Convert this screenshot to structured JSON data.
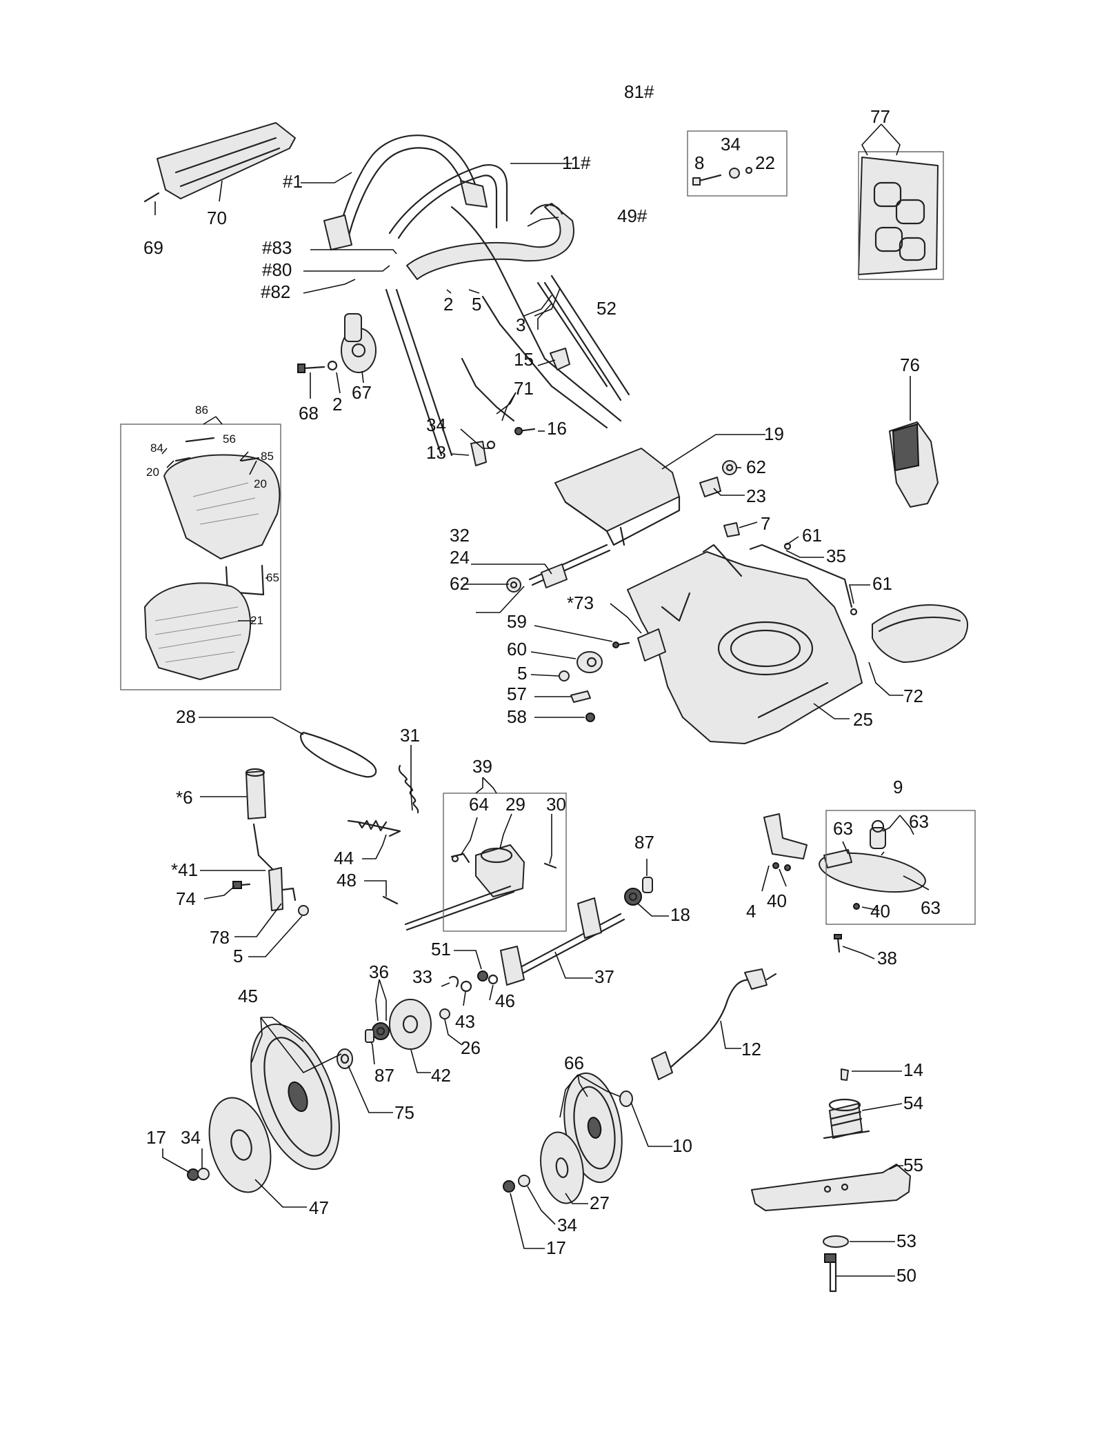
{
  "title_ref": "81#",
  "labels": {
    "p1": "1",
    "p2a": "2",
    "p2b": "2",
    "p3": "3",
    "p4": "4",
    "p5a": "5",
    "p5b": "5",
    "p5c": "5",
    "p6": "6",
    "p7": "7",
    "p8": "8",
    "p9": "9",
    "p10": "10",
    "p11": "11",
    "p12": "12",
    "p13": "13",
    "p14": "14",
    "p15": "15",
    "p16": "16",
    "p17a": "17",
    "p17b": "17",
    "p18": "18",
    "p19": "19",
    "p20a": "20",
    "p20b": "20",
    "p21": "21",
    "p22": "22",
    "p23": "23",
    "p24": "24",
    "p25": "25",
    "p26": "26",
    "p27": "27",
    "p28": "28",
    "p29": "29",
    "p30": "30",
    "p31": "31",
    "p32": "32",
    "p33": "33",
    "p34a": "34",
    "p34b": "34",
    "p34c": "34",
    "p34d": "34",
    "p35": "35",
    "p36": "36",
    "p37": "37",
    "p38": "38",
    "p39": "39",
    "p40a": "40",
    "p40b": "40",
    "p41": "41",
    "p42": "42",
    "p43": "43",
    "p44": "44",
    "p45": "45",
    "p46": "46",
    "p47": "47",
    "p48": "48",
    "p49": "49",
    "p50": "50",
    "p51": "51",
    "p52": "52",
    "p53": "53",
    "p54": "54",
    "p55": "55",
    "p56": "56",
    "p57": "57",
    "p58": "58",
    "p59": "59",
    "p60": "60",
    "p61a": "61",
    "p61b": "61",
    "p62a": "62",
    "p62b": "62",
    "p63a": "63",
    "p63b": "63",
    "p63c": "63",
    "p64": "64",
    "p65": "65",
    "p66": "66",
    "p67": "67",
    "p68": "68",
    "p69": "69",
    "p70": "70",
    "p71": "71",
    "p72": "72",
    "p73": "73",
    "p74": "74",
    "p75": "75",
    "p76": "76",
    "p77": "77",
    "p78": "78",
    "p80": "80",
    "p82": "82",
    "p83": "83",
    "p84": "84",
    "p85": "85",
    "p86": "86",
    "p87a": "87",
    "p87b": "87"
  },
  "marks": {
    "hash": "#",
    "star": "*"
  }
}
